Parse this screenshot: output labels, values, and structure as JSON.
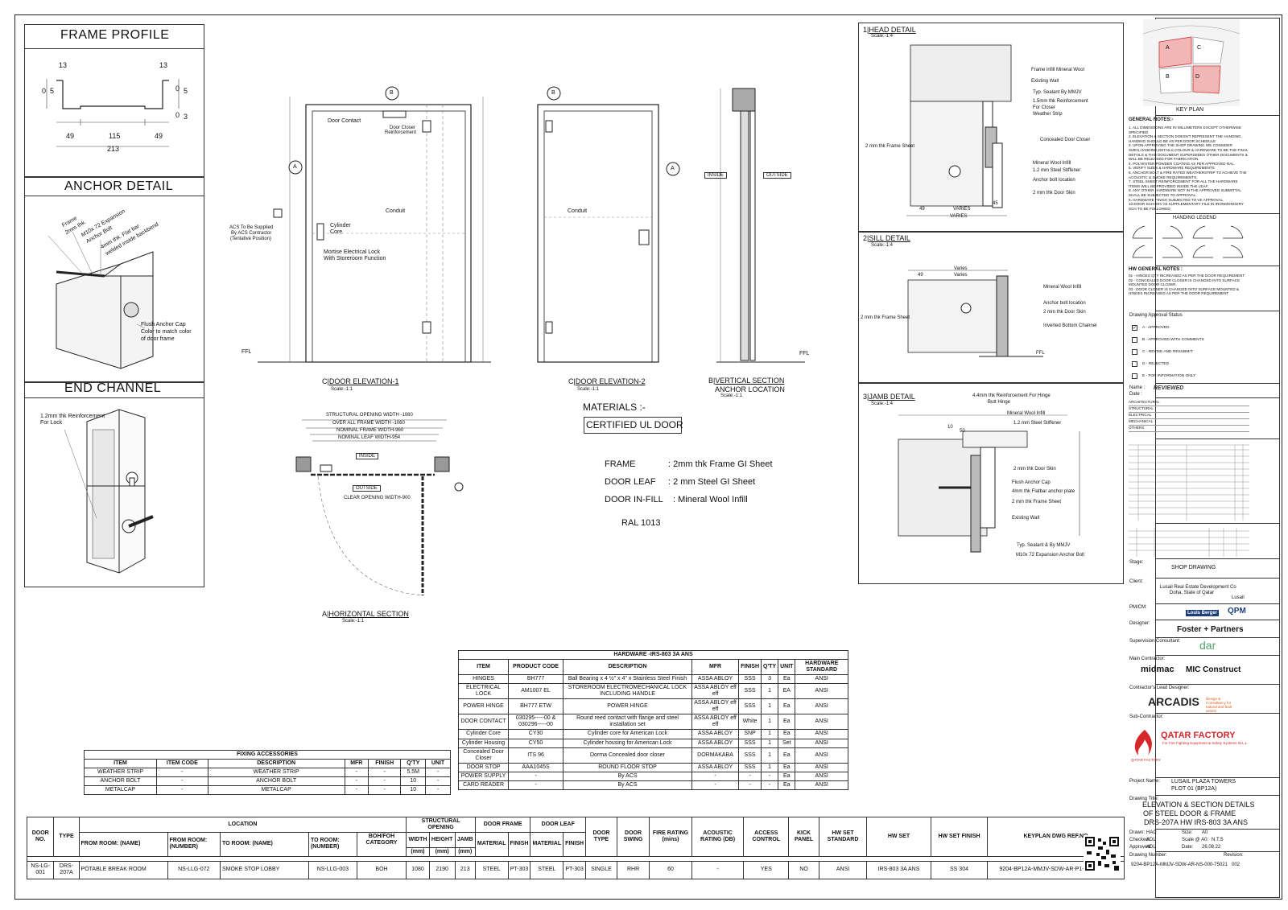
{
  "panels": {
    "frame_profile": {
      "title": "FRAME PROFILE",
      "dims": {
        "left_top": "13",
        "right_top": "13",
        "left_side_a": "0",
        "left_side_b": "5",
        "right_side_a": "0",
        "right_side_b": "5",
        "right_side_c": "0",
        "right_side_d": "3",
        "bottom_left": "49",
        "bottom_mid": "115",
        "bottom_right": "49",
        "total": "213"
      }
    },
    "anchor_detail": {
      "title": "ANCHOR DETAIL",
      "notes": [
        "Frame",
        "2mm thk.",
        "M10x 72 Expansion",
        "Anchor Bolt",
        "4mm thk. Flat bar",
        "welded inside backbend",
        "Flush Anchor Cap",
        "Color to match color",
        "of door frame"
      ]
    },
    "end_channel": {
      "title": "END CHANNEL",
      "notes": [
        "1.2mm thk Reinforcement",
        "For Lock"
      ]
    }
  },
  "elevations": {
    "e1": {
      "title": "DOOR ELEVATION-1",
      "ref": "C",
      "scale": "Scale:-1:1",
      "labels": {
        "door_contact": "Door Contact",
        "door_closer": "Door Closer",
        "reinforcement": "Reinforcement",
        "cylinder": "Cylinder",
        "core": "Core",
        "conduit": "Conduit",
        "mortise": "Mortise Electrical Lock",
        "mortise2": "With Storeroom Function",
        "acs1": "ACS To Be Supplied",
        "acs2": "By ACS Contractor",
        "acs3": "(Tentative Position)",
        "ffl": "FFL"
      }
    },
    "e2": {
      "title": "DOOR ELEVATION-2",
      "ref": "C",
      "scale": "Scale:-1:1",
      "labels": {
        "conduit": "Conduit"
      }
    },
    "vs": {
      "title": "VERTICAL SECTION",
      "title2": "ANCHOR LOCATION",
      "ref": "B",
      "scale": "Scale:-1:1",
      "labels": {
        "inside": "INSIDE",
        "outside": "OUTSIDE",
        "ffl": "FFL"
      }
    },
    "hs": {
      "title": "HORIZONTAL SECTION",
      "ref": "A",
      "scale": "Scale:-1:1",
      "labels": {
        "so_width": "STRUCTURAL OPENING WIDTH -1080",
        "oa_frame": "OVER ALL FRAME WIDTH -1060",
        "nom_frame": "NOMINAL FRAME WIDTH-960",
        "nom_leaf": "NOMINAL LEAF WIDTH-954",
        "inside": "INSIDE",
        "outside": "OUTSIDE",
        "clear": "CLEAR OPENING WIDTH-900"
      }
    }
  },
  "materials": {
    "heading": "MATERIALS :-",
    "certified": "CERTIFIED UL DOOR",
    "rows": [
      {
        "k": "FRAME",
        "v": ": 2mm thk Frame GI Sheet"
      },
      {
        "k": "DOOR LEAF",
        "v": ": 2 mm Steel GI Sheet"
      },
      {
        "k": "DOOR IN-FILL",
        "v": ": Mineral Wool Infill"
      }
    ],
    "ral": "RAL 1013"
  },
  "details": {
    "head": {
      "num": "1",
      "title": "HEAD DETAIL",
      "scale": "Scale:-1:4",
      "labels": [
        "Frame infill Mineral Wool",
        "Existing Wall",
        "Typ. Sealant By MMJV",
        "1.5mm thk Reinforcement",
        "For Closer",
        "Weather Strip",
        "Concealed Door Closer",
        "2 mm thk Frame Sheet",
        "Mineral Wool Infill",
        "1.2 mm Steel Stiffener",
        "Anchor bolt location",
        "2 mm thk Door Skin"
      ],
      "dims": {
        "a": "49",
        "b": "VARIES",
        "c": "45",
        "d": "VARIES"
      }
    },
    "sill": {
      "num": "2",
      "title": "SILL DETAIL",
      "scale": "Scale:-1:4",
      "labels": [
        "Mineral Wool Infill",
        "Anchor bolt location",
        "2 mm thk Door Skin",
        "Inverted Bottom Channel",
        "2 mm thk Frame Sheet",
        "FFL"
      ],
      "dims": {
        "a": "Varies",
        "b": "49",
        "c": "Varies"
      }
    },
    "jamb": {
      "num": "3",
      "title": "JAMB DETAIL",
      "scale": "Scale:-1:4",
      "labels": [
        "4.4mm thk Reinforcement For Hinge",
        "Butt Hinge",
        "Mineral Wool Infill",
        "1.2 mm Steel Stiffener",
        "2 mm thk Door Skin",
        "Flush Anchor Cap",
        "4mm thk Flatbar anchor plate",
        "2 mm thk Frame Sheet",
        "Existing Wall",
        "Typ. Sealant & By MMJV",
        "M10x 72 Expansion Anchor Bolt"
      ],
      "dims": {
        "a": "10",
        "b": "50"
      }
    }
  },
  "hardware": {
    "title": "HARDWARE -IRS-803 3A ANS",
    "headers": [
      "ITEM",
      "PRODUCT CODE",
      "DESCRIPTION",
      "MFR",
      "FINISH",
      "Q'TY",
      "UNIT",
      "HARDWARE STANDARD"
    ],
    "rows": [
      [
        "HINGES",
        "BH777",
        "Ball Bearing x 4 ½\" x 4\" x Stainless Steel Finish",
        "ASSA ABLOY",
        "SSS",
        "3",
        "Ea",
        "ANSI"
      ],
      [
        "ELECTRICAL LOCK",
        "AM1007 EL",
        "STOREROOM ELECTROMECHANICAL LOCK INCLUDING HANDLE",
        "ASSA ABLOY eff eff",
        "SSS",
        "1",
        "EA",
        "ANSI"
      ],
      [
        "POWER HINGE",
        "BH777 ETW",
        "POWER HINGE",
        "ASSA ABLOY eff eff",
        "SSS",
        "1",
        "Ea",
        "ANSI"
      ],
      [
        "DOOR CONTACT",
        "030295-----00 & 030296-----00",
        "Round reed contact with flange and steel installation set",
        "ASSA ABLOY eff eff",
        "White",
        "1",
        "Ea",
        "ANSI"
      ],
      [
        "Cylinder Core",
        "CY30",
        "Cylinder core for American Lock",
        "ASSA ABLOY",
        "SNP",
        "1",
        "Ea",
        "ANSI"
      ],
      [
        "Cylinder Housing",
        "CY50",
        "Cylinder housing for American Lock",
        "ASSA ABLOY",
        "SSS",
        "1",
        "Set",
        "ANSI"
      ],
      [
        "Concealed Door Closer",
        "ITS 96",
        "Dorma Concealed door closer",
        "DORMAKABA",
        "SSS",
        "1",
        "Ea",
        "ANSI"
      ],
      [
        "DOOR STOP",
        "AAA1045S",
        "ROUND FLOOR STOP",
        "ASSA ABLOY",
        "SSS",
        "1",
        "Ea",
        "ANSI"
      ],
      [
        "POWER SUPPLY",
        "-",
        "By ACS",
        "-",
        "-",
        "-",
        "Ea",
        "ANSI"
      ],
      [
        "CARD READER",
        "-",
        "By ACS",
        "-",
        "-",
        "-",
        "Ea",
        "ANSI"
      ]
    ]
  },
  "fixing": {
    "title": "FIXING ACCESSORIES",
    "headers": [
      "ITEM",
      "ITEM CODE",
      "DESCRIPTION",
      "MFR",
      "FINISH",
      "Q'TY",
      "UNIT"
    ],
    "rows": [
      [
        "WEATHER STRIP",
        "-",
        "WEATHER STRIP",
        "-",
        "-",
        "5.5M",
        "-"
      ],
      [
        "ANCHOR BOLT",
        "-",
        "ANCHOR BOLT",
        "-",
        "-",
        "10",
        "-"
      ],
      [
        "METALCAP",
        "-",
        "METALCAP",
        "-",
        "-",
        "10",
        "-"
      ]
    ]
  },
  "schedule": {
    "group_location": "LOCATION",
    "group_so": "STRUCTURAL OPENING",
    "group_frame": "DOOR FRAME",
    "group_leaf": "DOOR LEAF",
    "headers": [
      "DOOR NO.",
      "TYPE",
      "FROM ROOM: (NAME)",
      "FROM ROOM: (NUMBER)",
      "TO ROOM: (NAME)",
      "TO ROOM: (NUMBER)",
      "BOH/FOH CATEGORY",
      "WIDTH",
      "HEIGHT",
      "JAMB",
      "MATERIAL",
      "FINISH",
      "MATERIAL",
      "FINISH",
      "DOOR TYPE",
      "DOOR SWING",
      "FIRE RATING (mins)",
      "ACOUSTIC RATING (DB)",
      "ACCESS CONTROL",
      "KICK PANEL",
      "HW SET STANDARD",
      "HW SET",
      "HW SET FINISH",
      "KEYPLAN DWG REF.NO"
    ],
    "units": [
      "(mm)",
      "(mm)",
      "(mm)"
    ],
    "row": [
      "NS-LG-001",
      "DRS-207A",
      "POTABLE BREAK ROOM",
      "NS-LLG-072",
      "SMOKE STOP LOBBY",
      "NS-LLG-003",
      "BOH",
      "1080",
      "2190",
      "213",
      "STEEL",
      "PT-303",
      "STEEL",
      "PT-303",
      "SINGLE",
      "RHR",
      "60",
      "-",
      "YES",
      "NO",
      "ANSI",
      "IRS-803 3A ANS",
      "SS 304",
      "9204-BP12A-MMJV-SDW-AR-P1-LLG-75010"
    ]
  },
  "titleblock": {
    "keyplan": "KEY PLAN",
    "keyplan_zones": [
      "A",
      "C",
      "B",
      "D"
    ],
    "general_notes_title": "GENERAL NOTES:-",
    "general_notes": [
      "1. ALL DIMENSIONS ARE IN MILLIMETERS EXCEPT OTHERWISE SPECIFIED",
      "2. ELEVATION & SECTION DOESN'T REPRESENT THE HANDING. HANDING SHOULD BE AS PER DOOR SCHEDULE",
      "3. UPON APPROVING THE SHOP DRAWING WE CONSIDER SIZES,HANDING,DETAILS,COLOUR & HARDWARE TO BE THE FINAL DETAILS & THIS DOCUMENT SUPERSEDES OTHER DOCUMENTS & WILL BE RELEASED FOR FABRICATION.",
      "4. POLYESTER POWDER COATING AS PER APPROVED RAL.",
      "5. VERIFY SIZES & HARDWARE REQUIREMENTS",
      "6. ANCHOR BOLT & FIRE RATED WEATHERSTRIP TO ACHIEVE THE ACOUSTIC & SMOKE REQUIREMENTS.",
      "7. STEEL SHEET REINFORCEMENT FOR ALL THE HARDWARE ITEMS WILL BE PROVIDED INSIDE THE LEAF.",
      "8. ANY OTHER HARDWARE NOT IN THE APPROVED SUBMITTAL SHALL BE SUBJECTED TO APPROVAL.",
      "9. HARDWARE FINISH SUBJECTED TO VE APPROVAL.",
      "10.DOOR SCH REV 02 SUPPLEMENTARY FILE IN IRONMONGERY SCH TO BE FOLLOWED."
    ],
    "handing_legend": "HANDING LEGEND",
    "hw_notes_title": "HW GENERAL NOTES :",
    "hw_notes": [
      "01 - HINGES QTY INCREASED AS PER THE DOOR REQUIREMENT",
      "02 - CONCEALED DOOR CLOSER IS CHANGED INTO SURFACE MOUNTED DOOR CLOSER.",
      "03 - DOOR CLOSER IS CHANGED INTO SURFACE MOUNTED & HINGES INCREASED AS PER THE DOOR REQUIREMENT"
    ],
    "approval_title": "Drawing Approval Status",
    "approval": [
      "A - APPROVED",
      "B - APPROVED WITH COMMENTS",
      "C - REVISE AND RESUBMIT",
      "D - REJECTED",
      "E - FOR INFORMATION ONLY"
    ],
    "reviewed": "REVIEWED",
    "name_lbl": "Name :",
    "date_lbl": "Date :",
    "depts": [
      "ARCHITECTURAL",
      "STRUCTURAL",
      "ELECTRICAL",
      "MECHANICAL",
      "OTHERS"
    ],
    "stage_lbl": "Stage:",
    "stage": "SHOP DRAWING",
    "client_lbl": "Client:",
    "client": "Lusail Real Estate Development Co",
    "client2": "Doha, State of Qatar",
    "client_logo": "Lusail",
    "pmcm_lbl": "PM/CM:",
    "pm_logo1": "Louis Berger",
    "pm_logo2": "QPM",
    "designer_lbl": "Designer:",
    "designer": "Foster + Partners",
    "supervision_lbl": "Supervision Consultant:",
    "supervision": "dar",
    "main_lbl": "Main Contractor:",
    "main1": "midmac",
    "main2": "MIC Construct",
    "lead_lbl": "Contractor's Lead Designer:",
    "lead": "ARCADIS",
    "lead_sub": "Design & Consultancy for natural and built assets",
    "sub_lbl": "Sub-Contractor:",
    "sub": "QATAR FACTORY",
    "sub2": "For Fire Fighting Equipment & Safety Systems W.L.L",
    "sub_logo": "QATAR FACTORY",
    "project_lbl": "Project Name:",
    "project": "LUSAIL PLAZA TOWERS",
    "project2": "PLOT 01 (BP12A)",
    "drawing_lbl": "Drawing Title:",
    "drawing1": "ELEVATION & SECTION DETAILS",
    "drawing2": "OF STEEL DOOR & FRAME",
    "drawing3": "DRS-207A HW IRS-803 3A ANS",
    "drawn": "Drawn:",
    "drawn_v": "HAC",
    "checked": "Checked:",
    "checked_v": "ADL",
    "approved": "Approved:",
    "approved_v": "ADL",
    "size": "Size:",
    "size_v": "A0",
    "scale": "Scale @ A0:",
    "scale_v": "N.T.S",
    "date": "Date:",
    "date_v": "26.08.22",
    "dwgno_lbl": "Drawing Number:",
    "dwgno": "9204-BP12A-MMJV-SDW-AR-NS-000-75021",
    "rev_lbl": "Revision:",
    "rev": "002"
  }
}
